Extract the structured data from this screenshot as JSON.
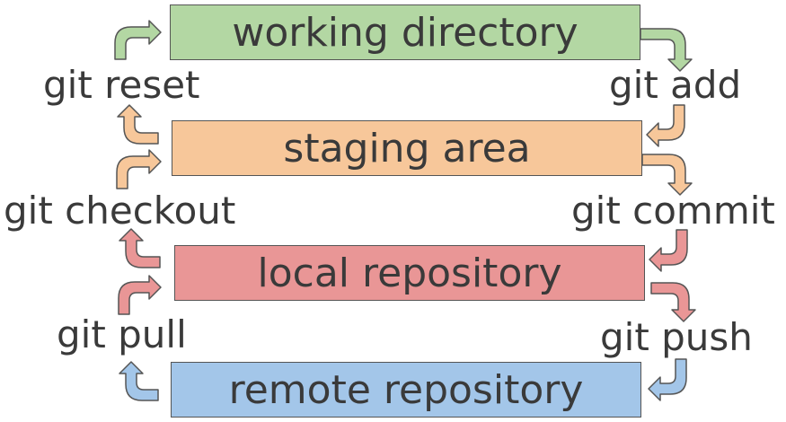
{
  "boxes": {
    "working": {
      "label": "working directory",
      "color": "#b3d7a3"
    },
    "staging": {
      "label": "staging area",
      "color": "#f7c79a"
    },
    "local": {
      "label": "local repository",
      "color": "#e99696"
    },
    "remote": {
      "label": "remote repository",
      "color": "#a3c6e9"
    }
  },
  "commands": {
    "reset": "git reset",
    "add": "git add",
    "checkout": "git checkout",
    "commit": "git commit",
    "pull": "git pull",
    "push": "git push"
  },
  "arrow_colors": {
    "green": "#b3d7a3",
    "orange": "#f7c79a",
    "red": "#e99696",
    "blue": "#a3c6e9",
    "stroke": "#555555"
  }
}
